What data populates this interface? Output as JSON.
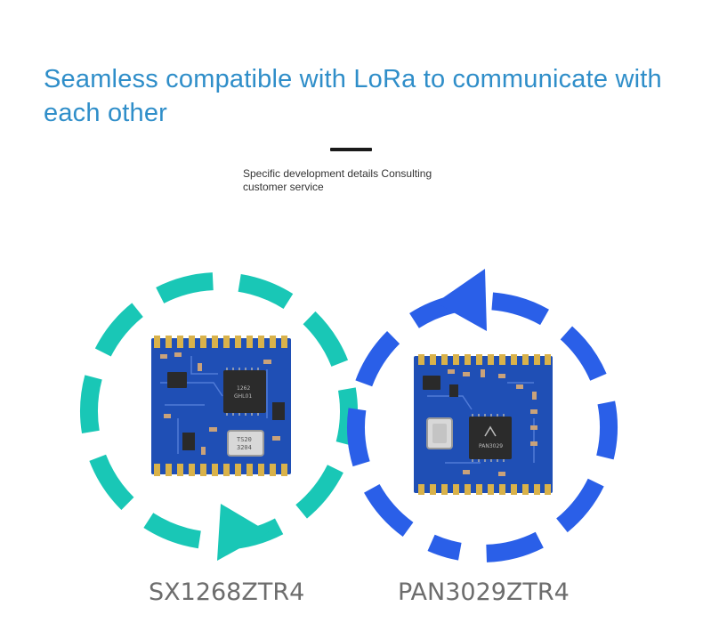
{
  "headline": "Seamless compatible with LoRa to communicate with each other",
  "subtext": "Specific development details Consulting customer service",
  "left_module": {
    "name": "SX1268ZTR4",
    "crystal_marking_1": "TS20",
    "crystal_marking_2": "3204",
    "chip_marking_1": "1262",
    "chip_marking_2": "GHL01"
  },
  "right_module": {
    "name": "PAN3029ZTR4",
    "chip_marking": "PAN3029"
  },
  "colors": {
    "headline": "#2f8ec9",
    "teal_arrow": "#19c7b6",
    "blue_arrow": "#2a5fe8",
    "pcb": "#1f4fb5"
  }
}
